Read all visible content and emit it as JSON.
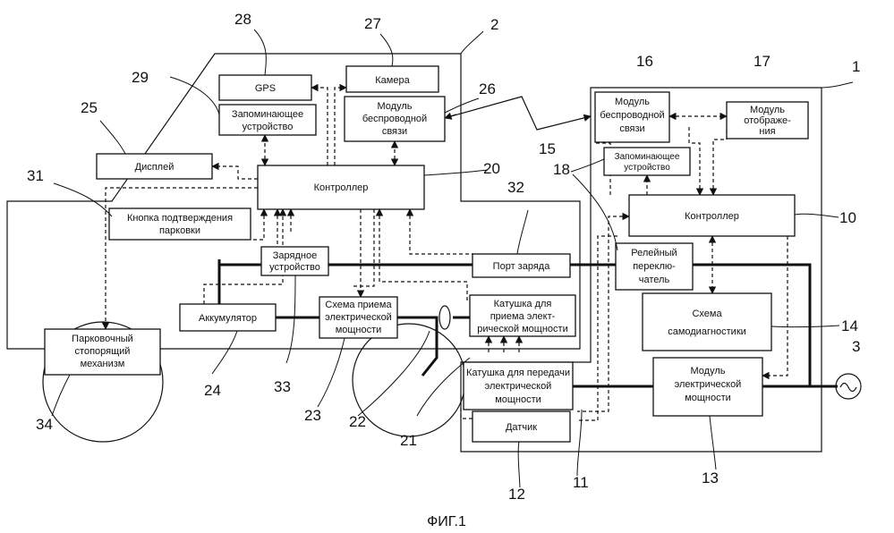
{
  "figure": {
    "caption": "ФИГ.1"
  },
  "boxes": {
    "gps": "GPS",
    "camera": "Камера",
    "memory_vehicle": [
      "Запоминающее",
      "устройство"
    ],
    "wireless_vehicle": [
      "Модуль",
      "беспроводной",
      "связи"
    ],
    "display": "Дисплей",
    "controller_vehicle": "Контроллер",
    "park_button": [
      "Кнопка подтверждения",
      "парковки"
    ],
    "charger": [
      "Зарядное",
      "устройство"
    ],
    "charge_port": "Порт заряда",
    "battery": "Аккумулятор",
    "receiving_circuit": [
      "Схема приема",
      "электрической",
      "мощности"
    ],
    "receiving_coil": [
      "Катушка для",
      "приема элект-",
      "рической мощности"
    ],
    "parking_lock": [
      "Парковочный",
      "стопорящий",
      "механизм"
    ],
    "wireless_ground": [
      "Модуль",
      "беспроводной",
      "связи"
    ],
    "display_module": [
      "Модуль",
      "отображе-",
      "ния"
    ],
    "memory_ground": [
      "Запоминающее",
      "устройство"
    ],
    "controller_ground": "Контроллер",
    "relay": [
      "Релейный",
      "переклю-",
      "чатель"
    ],
    "self_diag": [
      "Схема",
      "самодиагностики"
    ],
    "transmit_coil": [
      "Катушка для передачи",
      "электрической",
      "мощности"
    ],
    "power_module": [
      "Модуль",
      "электрической",
      "мощности"
    ],
    "sensor": "Датчик"
  },
  "ref_numbers": {
    "n1": "1",
    "n2": "2",
    "n3": "3",
    "n10": "10",
    "n11": "11",
    "n12": "12",
    "n13": "13",
    "n14": "14",
    "n15": "15",
    "n16": "16",
    "n17": "17",
    "n18": "18",
    "n20": "20",
    "n21": "21",
    "n22": "22",
    "n23": "23",
    "n24": "24",
    "n25": "25",
    "n26": "26",
    "n27": "27",
    "n28": "28",
    "n29": "29",
    "n31": "31",
    "n32": "32",
    "n33": "33",
    "n34": "34"
  }
}
